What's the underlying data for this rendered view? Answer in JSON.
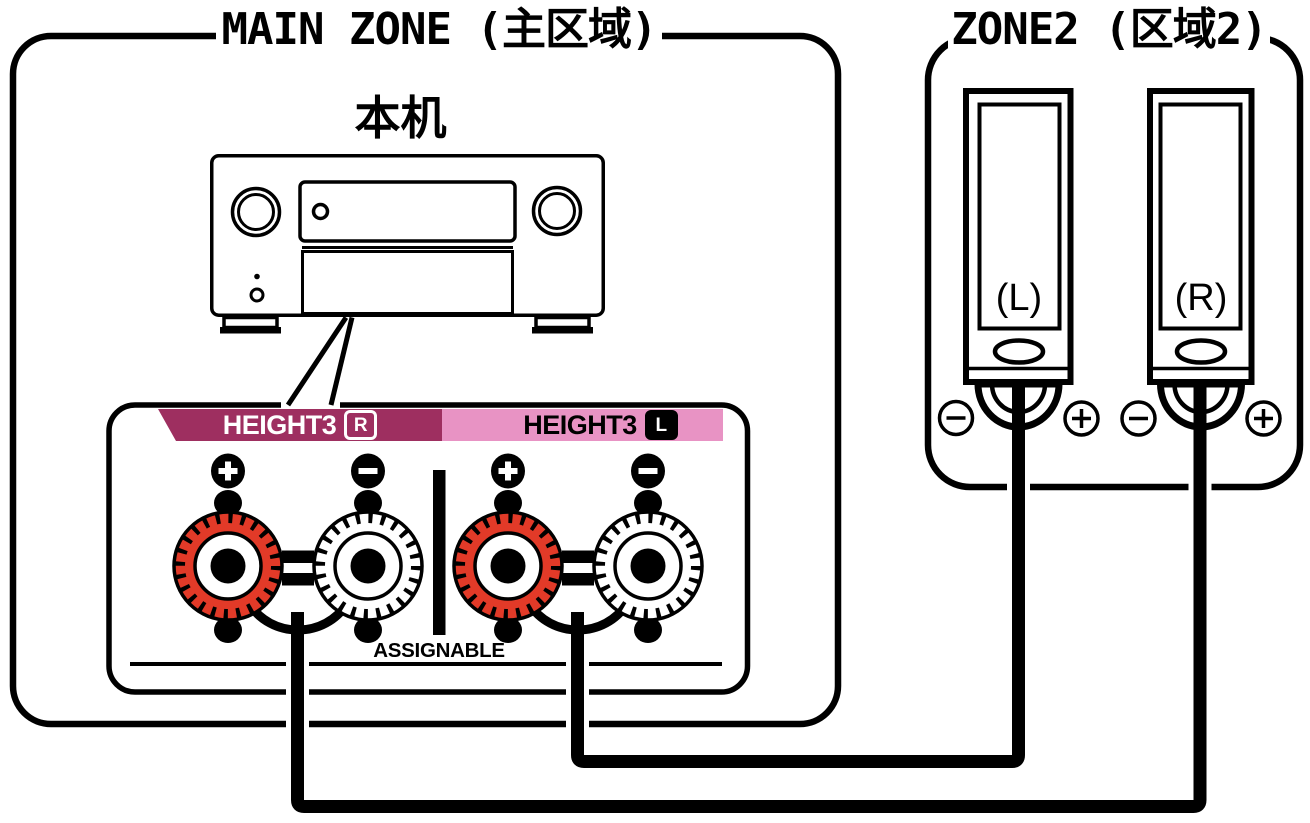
{
  "diagram": {
    "main_zone": {
      "title": "MAIN ZONE (主区域)",
      "unit_label": "本机"
    },
    "terminal_panel": {
      "banner_right": {
        "label": "HEIGHT3",
        "channel_badge": "R"
      },
      "banner_left": {
        "label": "HEIGHT3",
        "channel_badge": "L"
      },
      "assignable_label": "ASSIGNABLE",
      "terminal_polarity_order": [
        "+",
        "−",
        "+",
        "−"
      ],
      "polarity_symbols": {
        "plus": "+",
        "minus": "−"
      }
    },
    "zone2": {
      "title": "ZONE2 (区域2)",
      "speaker_left_label": "(L)",
      "speaker_right_label": "(R)",
      "speaker_terminal_symbols": {
        "minus": "⊖",
        "plus": "⊕"
      }
    },
    "colors": {
      "banner_right_bg": "#9E2F60",
      "banner_left_bg": "#E893C4",
      "terminal_positive_red": "#E23A28",
      "terminal_negative_white": "#FFFFFF",
      "line_black": "#000000",
      "background": "#FFFFFF"
    }
  }
}
